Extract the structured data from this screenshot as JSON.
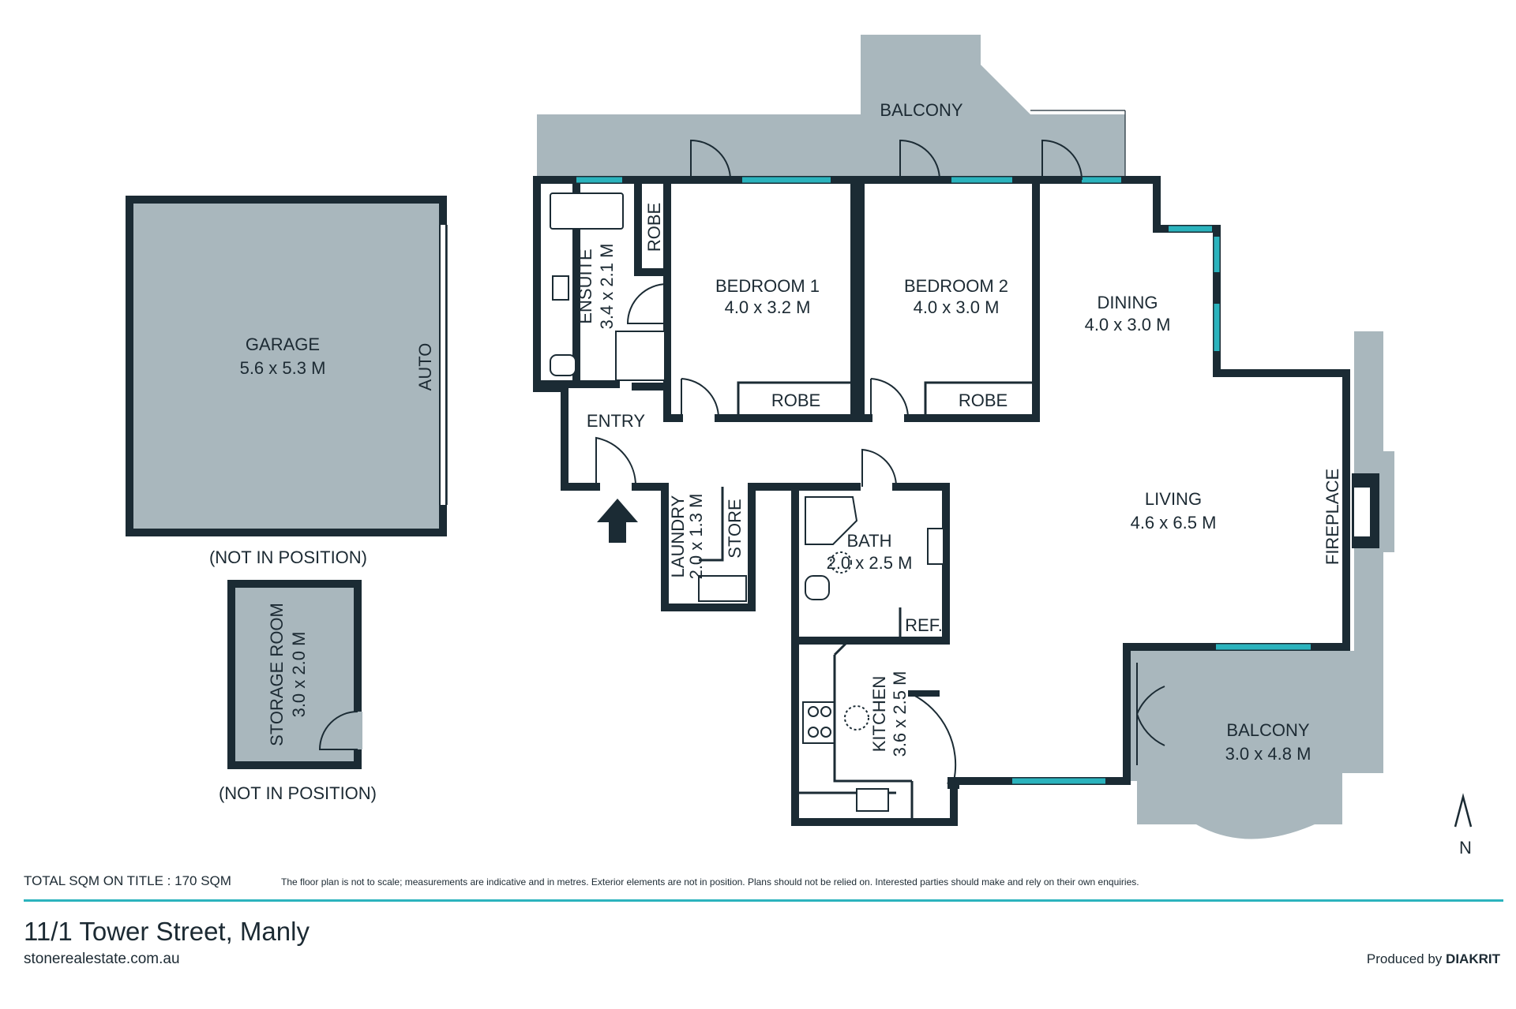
{
  "rooms": {
    "garage": {
      "name": "GARAGE",
      "size": "5.6 x 5.3 M"
    },
    "auto": {
      "name": "AUTO"
    },
    "storage": {
      "name": "STORAGE ROOM",
      "size": "3.0 x 2.0 M"
    },
    "balcony_top": {
      "name": "BALCONY"
    },
    "ensuite": {
      "name": "ENSUITE",
      "size": "3.4 x 2.1 M"
    },
    "robe_ensuite": {
      "name": "ROBE"
    },
    "bedroom1": {
      "name": "BEDROOM 1",
      "size": "4.0 x 3.2 M"
    },
    "robe_bed1": {
      "name": "ROBE"
    },
    "bedroom2": {
      "name": "BEDROOM 2",
      "size": "4.0 x 3.0 M"
    },
    "robe_bed2": {
      "name": "ROBE"
    },
    "dining": {
      "name": "DINING",
      "size": "4.0 x 3.0 M"
    },
    "entry": {
      "name": "ENTRY"
    },
    "laundry": {
      "name": "LAUNDRY",
      "size": "2.0 x 1.3 M"
    },
    "store": {
      "name": "STORE"
    },
    "bath": {
      "name": "BATH",
      "size": "2.0 x 2.5 M"
    },
    "living": {
      "name": "LIVING",
      "size": "4.6 x 6.5 M"
    },
    "fireplace": {
      "name": "FIREPLACE"
    },
    "ref": {
      "name": "REF."
    },
    "kitchen": {
      "name": "KITCHEN",
      "size": "3.6 x 2.5 M"
    },
    "balcony_living": {
      "name": "BALCONY",
      "size": "3.0 x 4.8 M"
    }
  },
  "notes": {
    "garage_position": "(NOT IN POSITION)",
    "storage_position": "(NOT IN POSITION)"
  },
  "compass": {
    "label": "N"
  },
  "footer": {
    "total": "TOTAL SQM ON TITLE : 170 SQM",
    "disclaimer": "The floor plan is not to scale; measurements are indicative and in metres. Exterior elements are not in position. Plans should not be relied on. Interested parties should make and rely on their own enquiries.",
    "address": "11/1 Tower Street, Manly",
    "website": "stonerealestate.com.au",
    "produced_by_prefix": "Produced by ",
    "produced_by_brand": "DIAKRIT"
  },
  "colors": {
    "wall": "#1b2b34",
    "exterior": "#a9b7bd",
    "window": "#2bb3bd",
    "footer_rule": "#2bb3bd"
  }
}
